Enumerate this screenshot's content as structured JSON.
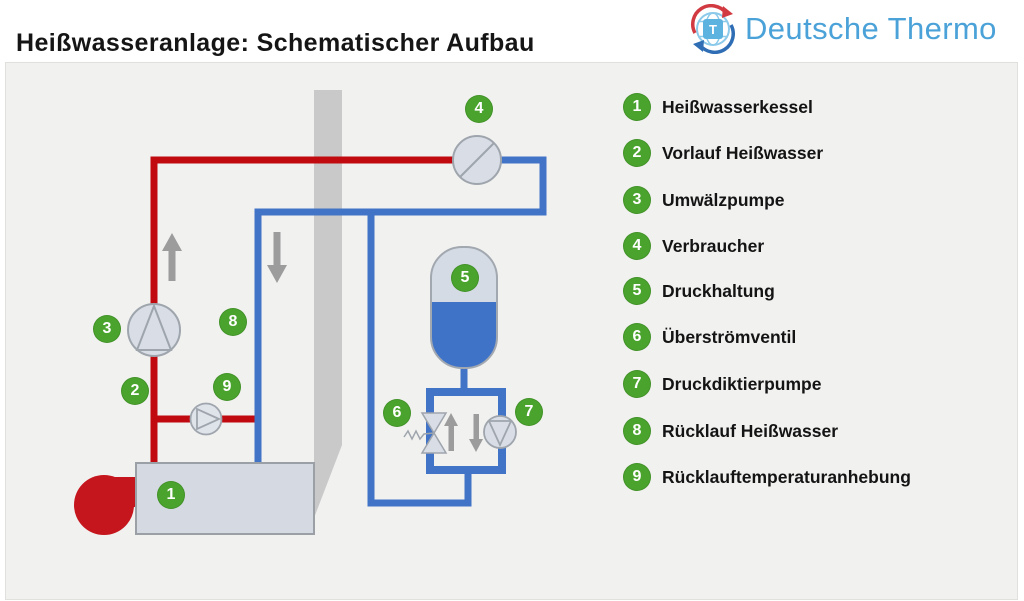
{
  "title": "Heißwasseranlage: Schematischer Aufbau",
  "logo": {
    "text": "Deutsche Thermo",
    "monogram": "T"
  },
  "legend": {
    "items": [
      {
        "num": "1",
        "label": "Heißwasserkessel"
      },
      {
        "num": "2",
        "label": "Vorlauf Heißwasser"
      },
      {
        "num": "3",
        "label": "Umwälzpumpe"
      },
      {
        "num": "4",
        "label": "Verbraucher"
      },
      {
        "num": "5",
        "label": "Druckhaltung"
      },
      {
        "num": "6",
        "label": "Überströmventil"
      },
      {
        "num": "7",
        "label": "Druckdiktierpumpe"
      },
      {
        "num": "8",
        "label": "Rücklauf Heißwasser"
      },
      {
        "num": "9",
        "label": "Rücklauftemperaturanhebung"
      }
    ]
  },
  "diagram": {
    "markers": [
      {
        "num": "1",
        "name": "Heißwasserkessel"
      },
      {
        "num": "2",
        "name": "Vorlauf Heißwasser"
      },
      {
        "num": "3",
        "name": "Umwälzpumpe"
      },
      {
        "num": "4",
        "name": "Verbraucher"
      },
      {
        "num": "5",
        "name": "Druckhaltung"
      },
      {
        "num": "6",
        "name": "Überströmventil"
      },
      {
        "num": "7",
        "name": "Druckdiktierpumpe"
      },
      {
        "num": "8",
        "name": "Rücklauf Heißwasser"
      },
      {
        "num": "9",
        "name": "Rücklauftemperaturanhebung"
      }
    ]
  },
  "colors": {
    "marker_green": "#4aa32d",
    "pipe_hot_red": "#c00a10",
    "pipe_return_blue": "#4173c6",
    "vessel_blue": "#3f73c8",
    "burner_red": "#c5161d",
    "equipment_fill": "#d8dde6",
    "equipment_stroke": "#9fa5ad",
    "chimney_gray": "#c9c9c9",
    "panel_bg": "#f1f1f0",
    "logo_blue": "#4aa2d8"
  }
}
